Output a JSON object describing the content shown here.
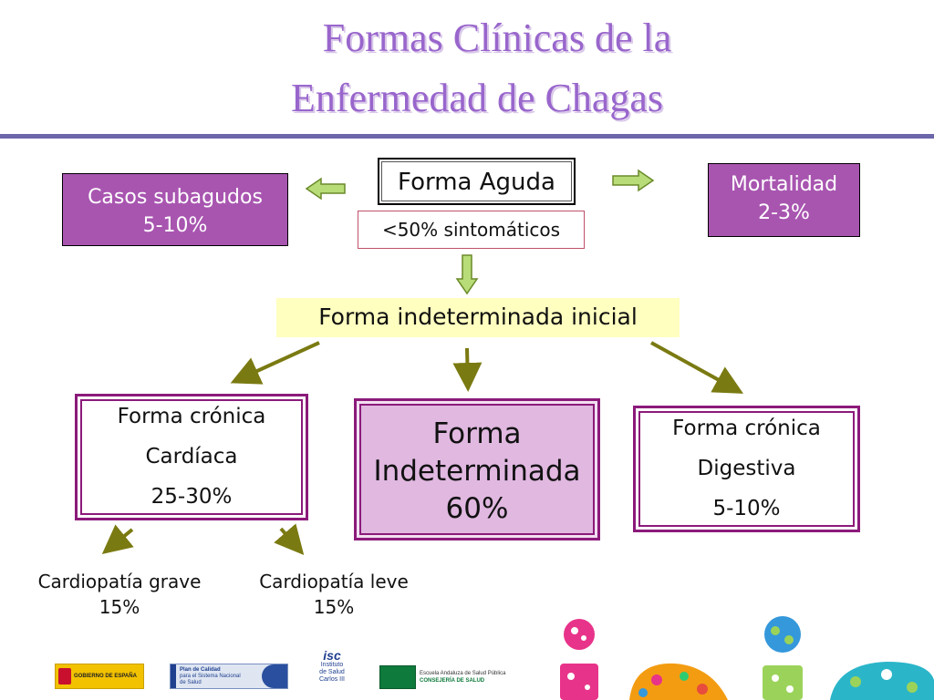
{
  "title": {
    "line1": "Formas Clínicas de la",
    "line2": "Enfermedad de Chagas"
  },
  "nodes": {
    "acute": "Forma Aguda",
    "symptomatic": "<50% sintomáticos",
    "subacute_line1": "Casos subagudos",
    "subacute_line2": "5-10%",
    "mortality_line1": "Mortalidad",
    "mortality_line2": "2-3%",
    "indeterminate_initial": "Forma indeterminada inicial",
    "cardiac_line1": "Forma crónica",
    "cardiac_line2": "Cardíaca",
    "cardiac_line3": "25-30%",
    "indeterminate_line1": "Forma",
    "indeterminate_line2": "Indeterminada",
    "indeterminate_line3": "60%",
    "digestive_line1": "Forma crónica",
    "digestive_line2": "Digestiva",
    "digestive_line3": "5-10%",
    "severe_line1": "Cardiopatía grave",
    "severe_line2": "15%",
    "mild_line1": "Cardiopatía leve",
    "mild_line2": "15%"
  },
  "logos": {
    "gobierno": "GOBIERNO DE ESPAÑA",
    "plan_line1": "Plan de Calidad",
    "plan_line2": "para el Sistema Nacional",
    "plan_line3": "de Salud",
    "isciii_line1": "Instituto",
    "isciii_line2": "de Salud",
    "isciii_line3": "Carlos III",
    "junta_line1": "Escuela Andaluza de Salud Pública",
    "junta_line2": "CONSEJERÍA DE SALUD"
  },
  "colors": {
    "title": "#9966cc",
    "rule": "#6c66aa",
    "purple_box": "#a855b0",
    "light_purple_box": "#e0b8e0",
    "box_border": "#8b1a7a",
    "yellow_box": "#ffffc0",
    "olive_arrow": "#7a7a12",
    "green_arrow": "#b8dc78"
  }
}
